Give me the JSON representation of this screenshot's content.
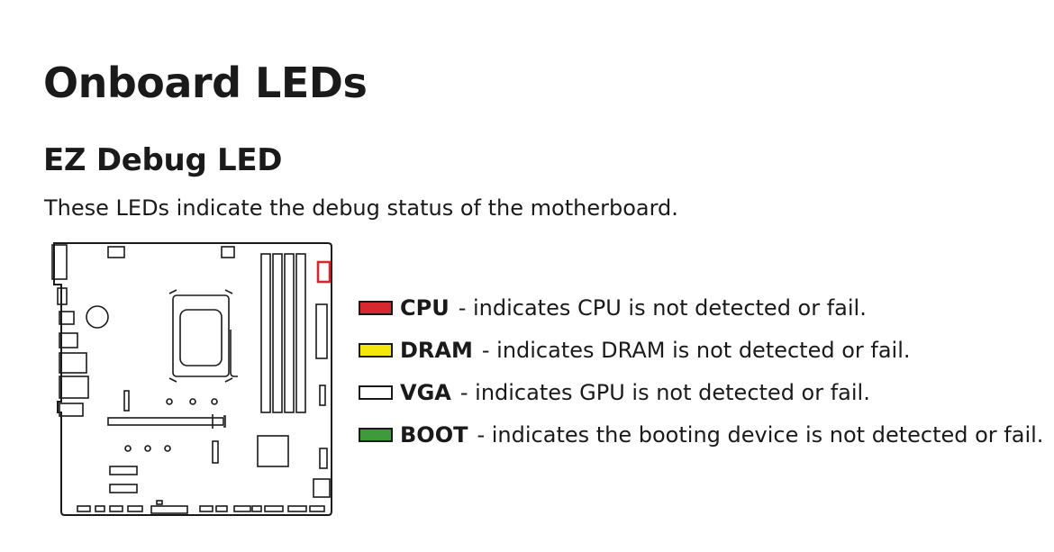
{
  "page": {
    "title": "Onboard LEDs",
    "section_title": "EZ Debug LED",
    "description": "These LEDs indicate the debug status of the motherboard."
  },
  "diagram": {
    "highlight_color": "#d7282f",
    "line_color": "#1a1a1a"
  },
  "leds": [
    {
      "name": "CPU",
      "text": "- indicates CPU is not detected or fail.",
      "color": "#d7282f"
    },
    {
      "name": "DRAM",
      "text": "- indicates DRAM is not detected or fail.",
      "color": "#f5e60b"
    },
    {
      "name": "VGA",
      "text": "- indicates GPU is not detected or fail.",
      "color": "#ffffff"
    },
    {
      "name": "BOOT",
      "text": "- indicates the booting device is not detected or fail.",
      "color": "#3f9a3b"
    }
  ]
}
